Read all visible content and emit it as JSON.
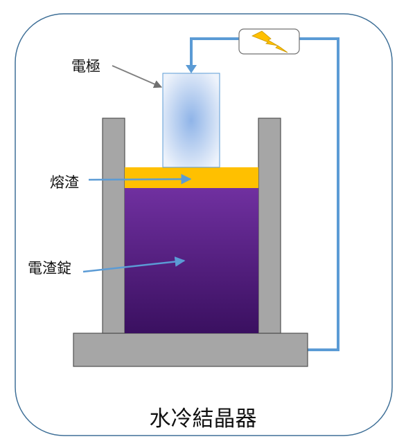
{
  "labels": {
    "electrode": "電極",
    "slag": "熔渣",
    "ingot": "電渣錠",
    "crystallizer": "水冷結晶器"
  },
  "icons": {
    "power_source": "lightning-bolt-icon"
  },
  "colors": {
    "frame_border": "#3e6f97",
    "wall": "#a6a6a6",
    "wall_border": "#505050",
    "slag": "#ffc000",
    "ingot_top": "#7030a0",
    "ingot_bottom": "#3a1060",
    "electrode_center": "#8fb4e8",
    "electrode_edge": "#eef3fb",
    "wire": "#5b9bd5",
    "leader": "#5b9bd5",
    "electrode_leader": "#808080",
    "bolt": "#ffc000"
  }
}
